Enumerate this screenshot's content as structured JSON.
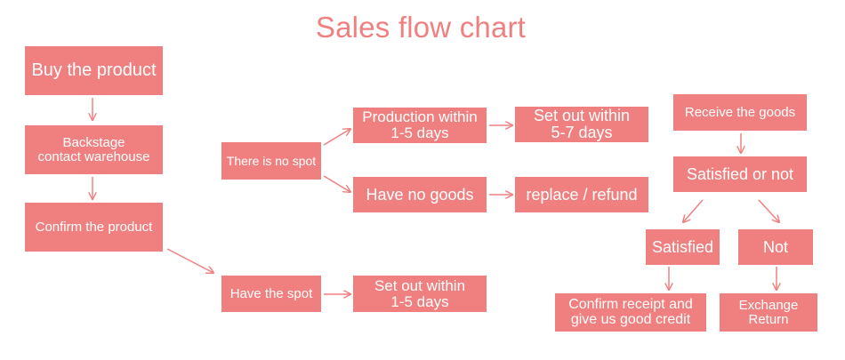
{
  "title": "Sales flow chart",
  "colors": {
    "box_fill": "#f08080",
    "box_text": "#ffffff",
    "title": "#f08080",
    "arrow": "#f08080"
  },
  "nodes": {
    "buy_product": "Buy the product",
    "backstage_contact": "Backstage\ncontact warehouse",
    "confirm_product": "Confirm the product",
    "no_spot": "There is no spot",
    "have_spot": "Have the spot",
    "production": "Production within\n1-5 days",
    "have_no_goods": "Have no goods",
    "set_out_5_7": "Set out within\n5-7 days",
    "replace_refund": "replace / refund",
    "set_out_1_5": "Set out within\n1-5 days",
    "receive_goods": "Receive the goods",
    "satisfied_or_not": "Satisfied or not",
    "satisfied": "Satisfied",
    "not": "Not",
    "confirm_receipt": "Confirm receipt and\ngive us good credit",
    "exchange_return": "Exchange\nReturn"
  }
}
